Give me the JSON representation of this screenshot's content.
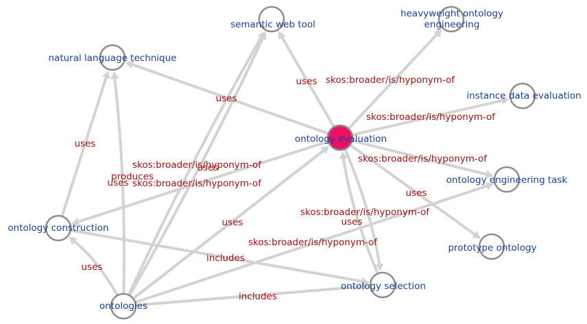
{
  "colors": {
    "node_label": "#1a3f99",
    "edge_label": "#a01010",
    "edge": "#d3d3d3",
    "node_stroke": "#8c8c8c",
    "central_fill": "#ee0f66"
  },
  "nodes": [
    {
      "id": "ontology-evaluation",
      "label": "ontology evaluation",
      "central": true
    },
    {
      "id": "semantic-web-tool",
      "label": "semantic web tool"
    },
    {
      "id": "heavyweight-ontology-engineering",
      "label": "heavyweight ontology\nengineering"
    },
    {
      "id": "natural-language-technique",
      "label": "natural language technique"
    },
    {
      "id": "instance-data-evaluation",
      "label": "instance data evaluation"
    },
    {
      "id": "ontology-engineering-task",
      "label": "ontology engineering task"
    },
    {
      "id": "ontology-construction",
      "label": "ontology construction"
    },
    {
      "id": "prototype-ontology",
      "label": "prototype ontology"
    },
    {
      "id": "ontology-selection",
      "label": "ontology selection"
    },
    {
      "id": "ontologies",
      "label": "ontologies"
    }
  ],
  "edges": [
    {
      "from": "ontology-evaluation",
      "to": "semantic-web-tool",
      "label": "uses"
    },
    {
      "from": "ontology-evaluation",
      "to": "heavyweight-ontology-engineering",
      "label": "skos:broader/is/hyponym-of"
    },
    {
      "from": "ontology-evaluation",
      "to": "natural-language-technique",
      "label": "uses"
    },
    {
      "from": "ontology-evaluation",
      "to": "instance-data-evaluation",
      "label": "skos:broader/is/hyponym-of"
    },
    {
      "from": "ontology-evaluation",
      "to": "ontology-engineering-task",
      "label": "skos:broader/is/hyponym-of"
    },
    {
      "from": "ontology-evaluation",
      "to": "prototype-ontology",
      "label": "uses"
    },
    {
      "from": "ontology-evaluation",
      "to": "ontology-selection",
      "label": "uses"
    },
    {
      "from": "ontology-selection",
      "to": "ontology-evaluation",
      "label": "skos:broader/is/hyponym-of"
    },
    {
      "from": "ontology-evaluation",
      "to": "ontology-construction",
      "label": "skos:broader/is/hyponym-of"
    },
    {
      "from": "ontologies",
      "to": "ontology-evaluation",
      "label": "skos:broader/is/hyponym-of"
    },
    {
      "from": "ontologies",
      "to": "semantic-web-tool",
      "label": "uses"
    },
    {
      "from": "ontologies",
      "to": "semantic-web-tool",
      "label": "produces"
    },
    {
      "from": "ontology-construction",
      "to": "natural-language-technique",
      "label": "uses"
    },
    {
      "from": "ontologies",
      "to": "natural-language-technique",
      "label": "uses"
    },
    {
      "from": "ontologies",
      "to": "ontology-construction",
      "label": "uses"
    },
    {
      "from": "ontology-construction",
      "to": "ontology-selection",
      "label": "includes"
    },
    {
      "from": "ontologies",
      "to": "ontology-selection",
      "label": "includes"
    },
    {
      "from": "ontologies",
      "to": "ontology-engineering-task",
      "label": "skos:broader/is/hyponym-of"
    },
    {
      "from": "ontologies",
      "to": "ontology-evaluation",
      "label": "uses"
    }
  ]
}
